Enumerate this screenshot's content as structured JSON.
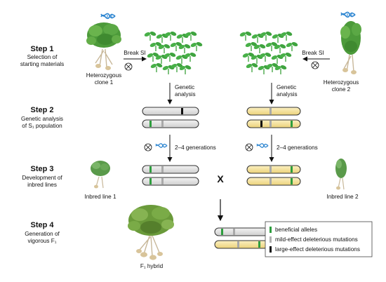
{
  "steps": [
    {
      "title": "Step 1",
      "desc": [
        "Selection of",
        "starting materials"
      ]
    },
    {
      "title": "Step 2",
      "desc": [
        "Genetic analysis",
        "of S₁ population"
      ]
    },
    {
      "title": "Step 3",
      "desc": [
        "Development of",
        "inbred lines"
      ]
    },
    {
      "title": "Step 4",
      "desc": [
        "Generation of",
        "vigorous F₁"
      ]
    }
  ],
  "labels": {
    "clone1": [
      "Heterozygous",
      "clone 1"
    ],
    "clone2": [
      "Heterozygous",
      "clone 2"
    ],
    "break_si_left": "Break SI",
    "break_si_right": "Break SI",
    "genetic_analysis_left": [
      "Genetic",
      "analysis"
    ],
    "genetic_analysis_right": [
      "Genetic",
      "analysis"
    ],
    "generations_left": "2–4 generations",
    "generations_right": "2–4 generations",
    "inbred1": "Inbred line 1",
    "inbred2": "Inbred line 2",
    "cross": "X",
    "hybrid": "F₁ hybrid",
    "selfing_symbol": "⊗"
  },
  "legend": [
    {
      "label": "beneficial alleles",
      "color": "#2e9e3e"
    },
    {
      "label": "mild-effect deleterious mutations",
      "color": "#b0b0b0"
    },
    {
      "label": "large-effect deleterious mutations",
      "color": "#111111"
    }
  ],
  "colors": {
    "chrom_gray": "#d9d9d9",
    "chrom_yellow": "#f3e19a",
    "plant_green": "#3aa03a",
    "dna_blue": "#2e86d1"
  },
  "icons": [
    "dna-icon",
    "plant-icon",
    "seedling-icon",
    "selfing-symbol-icon"
  ]
}
